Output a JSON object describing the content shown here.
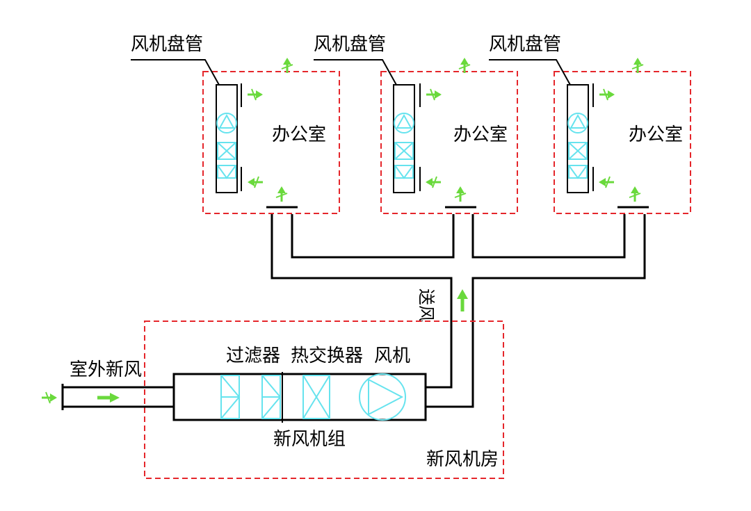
{
  "labels": {
    "fan_coil": "风机盘管",
    "office": "办公室",
    "filter": "过滤器",
    "heat_exchanger": "热交换器",
    "fan": "风机",
    "outdoor_air": "室外新风",
    "unit": "新风机组",
    "room": "新风机房",
    "supply_air": "送风"
  },
  "offices": [
    {
      "coil_label": "风机盘管",
      "office_label": "办公室"
    },
    {
      "coil_label": "风机盘管",
      "office_label": "办公室"
    },
    {
      "coil_label": "风机盘管",
      "office_label": "办公室"
    }
  ],
  "colors": {
    "boundary": "#e5262b",
    "equipment": "#66e3ee",
    "airflow": "#6ad93c",
    "line": "#000000"
  },
  "icons": [
    "airflow-arrow-icon",
    "fan-icon",
    "filter-icon",
    "heat-exchanger-icon"
  ]
}
